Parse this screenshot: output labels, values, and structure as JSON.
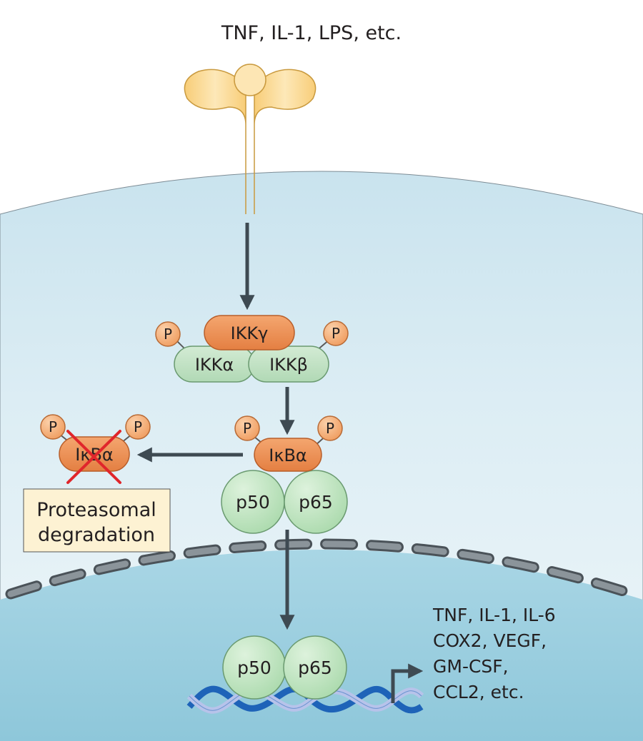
{
  "ligand_label": "TNF, IL-1, LPS, etc.",
  "ikk_complex": {
    "gamma": "IKKγ",
    "alpha": "IKKα",
    "beta": "IKKβ",
    "phospho_left": "P",
    "phospho_right": "P"
  },
  "cytoplasm_complex": {
    "inhibitor": "IκBα",
    "phospho_left": "P",
    "phospho_right": "P",
    "subunit_1": "p50",
    "subunit_2": "p65"
  },
  "degraded": {
    "inhibitor": "IκBα",
    "phospho_left": "P",
    "phospho_right": "P",
    "box_line_1": "Proteasomal",
    "box_line_2": "degradation"
  },
  "nuclear_complex": {
    "subunit_1": "p50",
    "subunit_2": "p65"
  },
  "target_genes": {
    "line_1": "TNF, IL-1, IL-6",
    "line_2": "COX2, VEGF,",
    "line_3": "GM-CSF,",
    "line_4": "CCL2, etc."
  },
  "colors": {
    "cytoplasm": "#d9ecf3",
    "nucleus": "#9ccfe0",
    "receptor": "#f9d58e",
    "ikk_gamma": "#ee8e55",
    "ikk_subunit": "#bfe1c4",
    "phospho": "#f6b27c",
    "nfkb": "#bfe5bf",
    "arrow": "#3e4a52",
    "box": "#fdf2d3",
    "cross": "#e0262b"
  }
}
